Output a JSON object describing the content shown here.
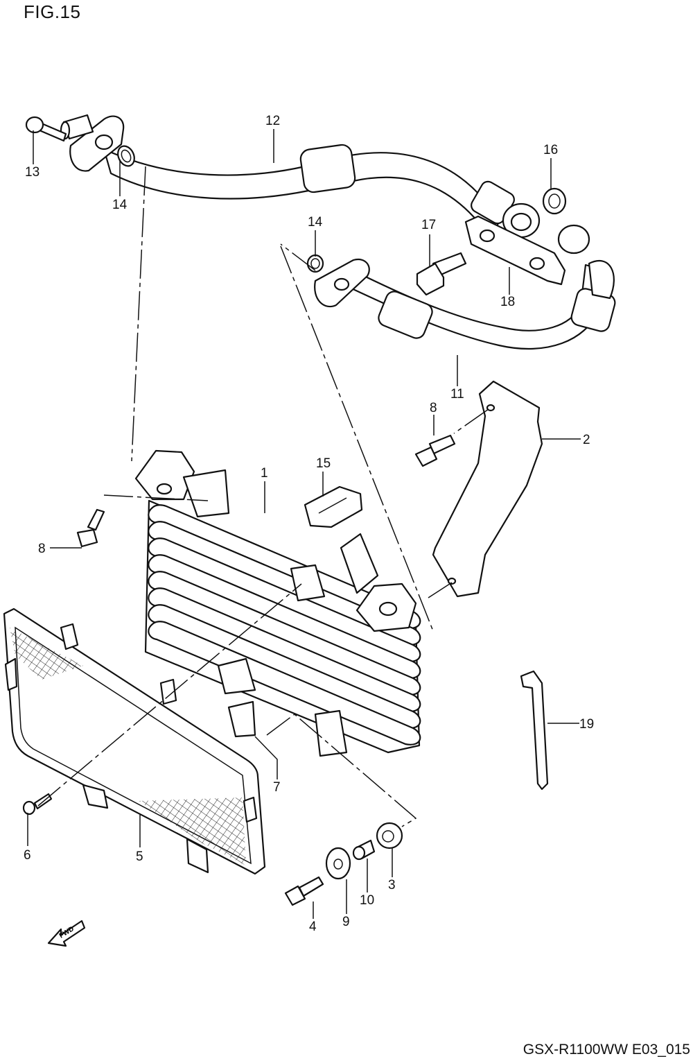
{
  "figure": {
    "title": "FIG.15",
    "model_code": "GSX-R1100WW  E03_015"
  },
  "callouts": {
    "c1": "1",
    "c2": "2",
    "c3": "3",
    "c4": "4",
    "c5": "5",
    "c6": "6",
    "c7": "7",
    "c8a": "8",
    "c8b": "8",
    "c9": "9",
    "c10": "10",
    "c11": "11",
    "c12": "12",
    "c13": "13",
    "c14a": "14",
    "c14b": "14",
    "c15": "15",
    "c16": "16",
    "c17": "17",
    "c18": "18",
    "c19": "19"
  },
  "fwd_label": "FWD"
}
